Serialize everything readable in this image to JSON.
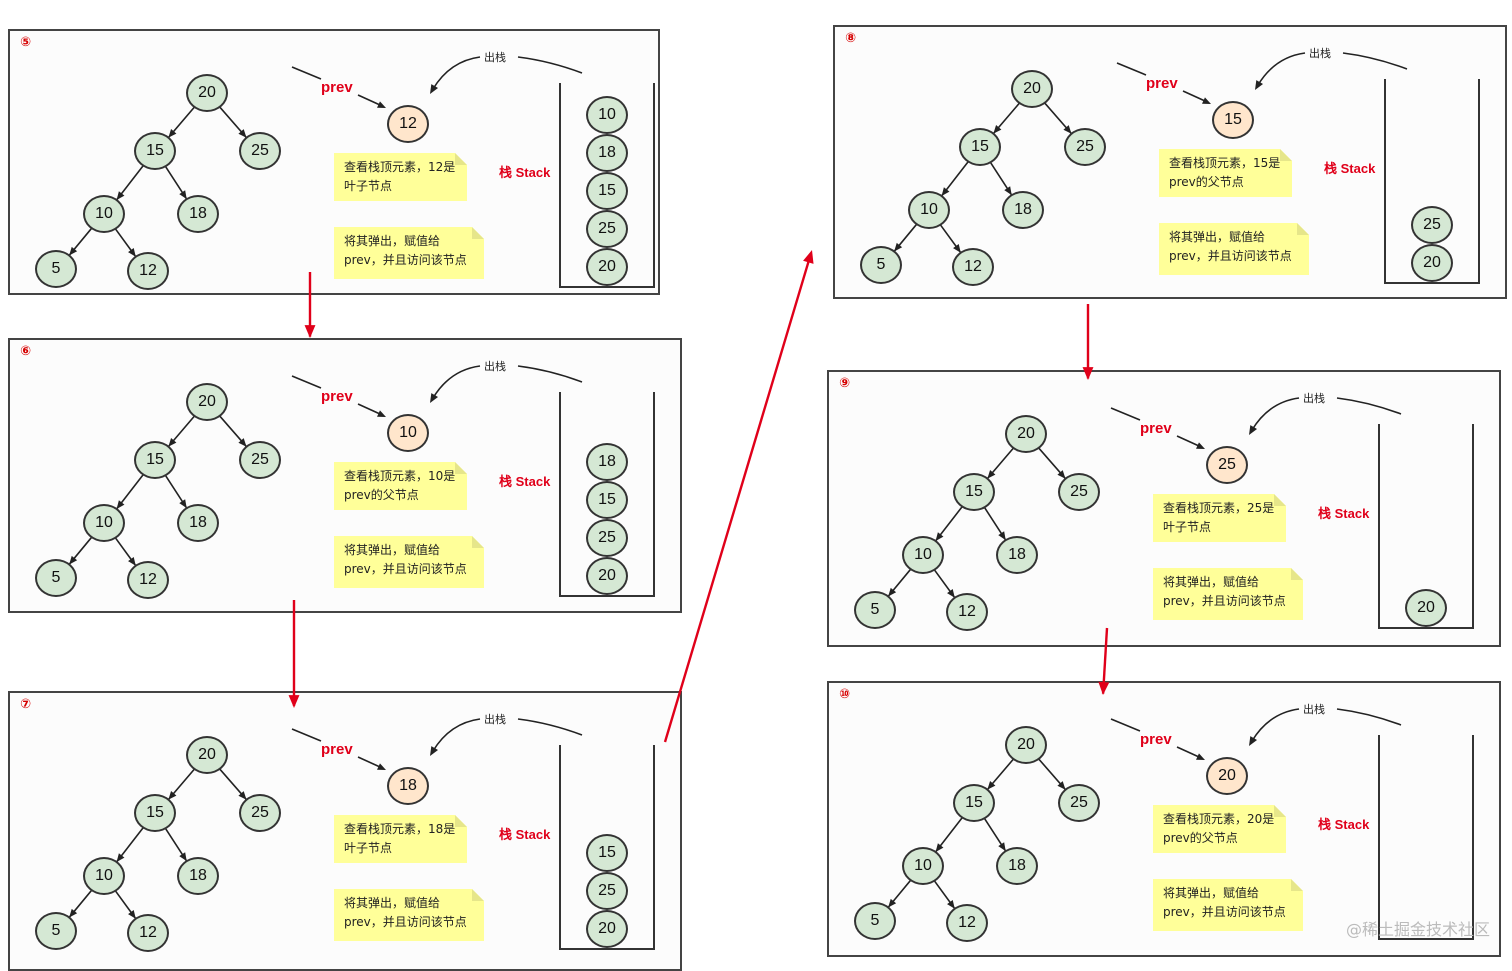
{
  "panels": [
    {
      "id": "panel-5",
      "num": "⑤",
      "current": "12",
      "note1": [
        "查看栈顶元素，12是",
        "叶子节点"
      ],
      "note2": [
        "将其弹出，赋值给",
        "prev，并且访问该节点"
      ],
      "stack": [
        "10",
        "18",
        "15",
        "25",
        "20"
      ]
    },
    {
      "id": "panel-6",
      "num": "⑥",
      "current": "10",
      "note1": [
        "查看栈顶元素，10是",
        "prev的父节点"
      ],
      "note2": [
        "将其弹出，赋值给",
        "prev，并且访问该节点"
      ],
      "stack": [
        "18",
        "15",
        "25",
        "20"
      ]
    },
    {
      "id": "panel-7",
      "num": "⑦",
      "current": "18",
      "note1": [
        "查看栈顶元素，18是",
        "叶子节点"
      ],
      "note2": [
        "将其弹出，赋值给",
        "prev，并且访问该节点"
      ],
      "stack": [
        "15",
        "25",
        "20"
      ]
    },
    {
      "id": "panel-8",
      "num": "⑧",
      "current": "15",
      "note1": [
        "查看栈顶元素，15是",
        "prev的父节点"
      ],
      "note2": [
        "将其弹出，赋值给",
        "prev，并且访问该节点"
      ],
      "stack": [
        "25",
        "20"
      ]
    },
    {
      "id": "panel-9",
      "num": "⑨",
      "current": "25",
      "note1": [
        "查看栈顶元素，25是",
        "叶子节点"
      ],
      "note2": [
        "将其弹出，赋值给",
        "prev，并且访问该节点"
      ],
      "stack": [
        "20"
      ]
    },
    {
      "id": "panel-10",
      "num": "⑩",
      "current": "20",
      "note1": [
        "查看栈顶元素，20是",
        "prev的父节点"
      ],
      "note2": [
        "将其弹出，赋值给",
        "prev，并且访问该节点"
      ],
      "stack": []
    }
  ],
  "tree": {
    "nodes": [
      "20",
      "15",
      "25",
      "10",
      "18",
      "5",
      "12"
    ]
  },
  "labels": {
    "prev": "prev",
    "stack": "栈 Stack",
    "pop": "出栈"
  },
  "watermark": "@稀土掘金技术社区",
  "colors": {
    "node_fill": "#d5e8d4",
    "current_fill": "#ffe6cc",
    "note_fill": "#ffff99",
    "accent_red": "#e0001a"
  }
}
